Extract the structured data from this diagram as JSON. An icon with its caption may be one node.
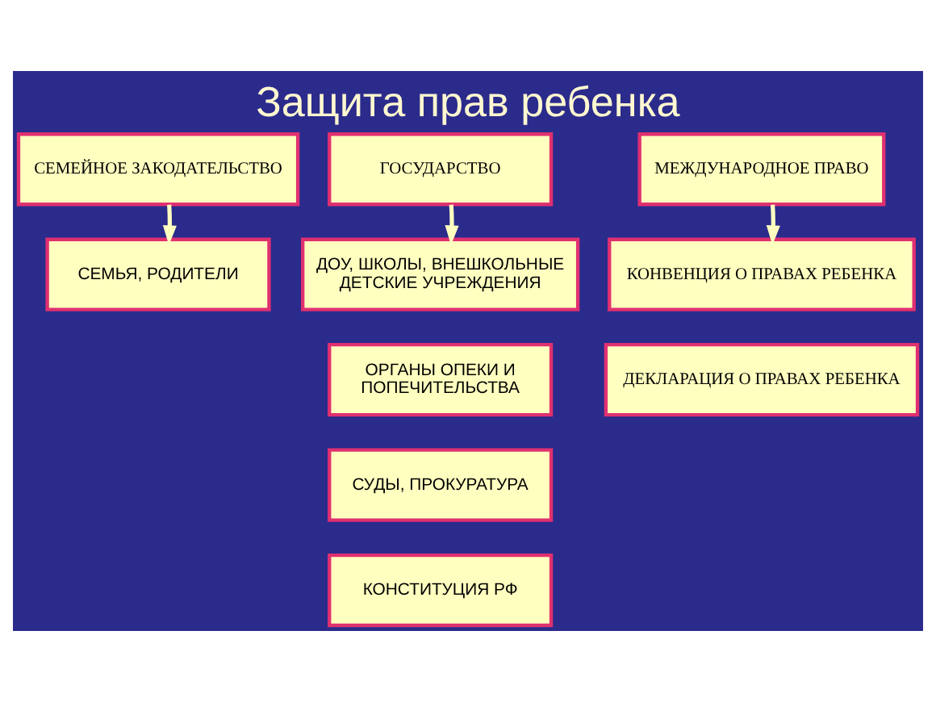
{
  "diagram": {
    "title": "Защита прав ребенка",
    "nodes": [
      {
        "text": [
          "СЕМЕЙНОЕ ЗАКОДАТЕЛЬСТВО"
        ]
      },
      {
        "text": [
          "ГОСУДАРСТВО"
        ]
      },
      {
        "text": [
          "МЕЖДУНАРОДНОЕ ПРАВО"
        ]
      },
      {
        "text": [
          "СЕМЬЯ, РОДИТЕЛИ"
        ]
      },
      {
        "text": [
          "ДОУ, ШКОЛЫ, ВНЕШКОЛЬНЫЕ ДЕТСКИЕ УЧРЕЖДЕНИЯ"
        ]
      },
      {
        "text": [
          "ОРГАНЫ ОПЕКИ И ПОПЕЧИТЕЛЬСТВА"
        ]
      },
      {
        "text": [
          "СУДЫ, ПРОКУРАТУРА"
        ]
      },
      {
        "text": [
          "КОНСТИТУЦИЯ РФ"
        ]
      },
      {
        "text": [
          "КОНВЕНЦИЯ О ПРАВАХ РЕБЕНКА"
        ]
      },
      {
        "text": [
          "ДЕКЛАРАЦИЯ О ПРАВАХ РЕБЕНКА"
        ]
      }
    ],
    "edges": [
      {
        "from": 0,
        "to": 3,
        "arrow": "to"
      },
      {
        "from": 1,
        "to": 4,
        "arrow": "to"
      },
      {
        "from": 2,
        "to": 8,
        "arrow": "to"
      }
    ]
  }
}
